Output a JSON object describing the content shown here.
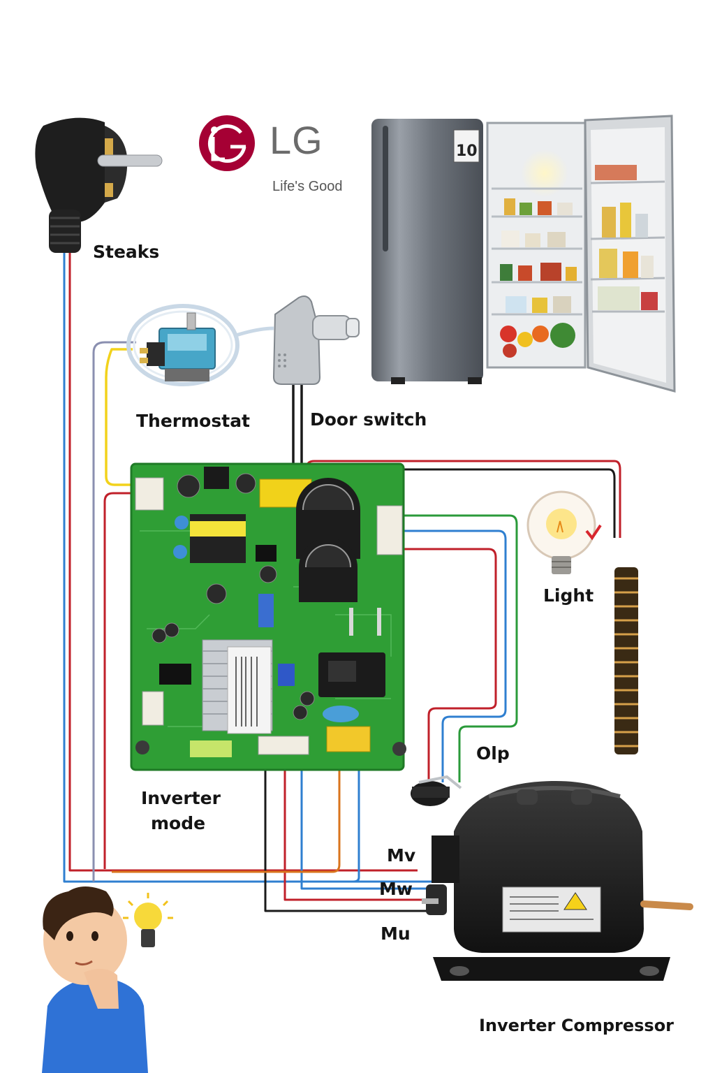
{
  "brand": {
    "logo_letters": "LG",
    "name": "LG",
    "tagline": "Life's Good",
    "color": "#a50034"
  },
  "fridge_badge": "10",
  "labels": {
    "plug": "Steaks",
    "thermostat": "Thermostat",
    "door_switch": "Door switch",
    "light": "Light",
    "olp": "Olp",
    "board": "Inverter mode",
    "board_line1": "Inverter",
    "board_line2": "mode",
    "mv": "Mv",
    "mw": "Mw",
    "mu": "Mu",
    "compressor": "Inverter Compressor"
  },
  "colors": {
    "wire_red": "#c0202a",
    "wire_blue": "#2f7fd0",
    "wire_green": "#2a9a3a",
    "wire_black": "#1a1a1a",
    "wire_yellow": "#f2d21c",
    "wire_orange": "#d9741d",
    "board_green": "#2f9e35"
  },
  "icons": [
    "power-plug-icon",
    "thermostat-icon",
    "door-switch-icon",
    "refrigerator-icon",
    "light-bulb-icon",
    "heater-icon",
    "olp-icon",
    "compressor-icon",
    "thinking-person-icon",
    "idea-bulb-icon"
  ]
}
